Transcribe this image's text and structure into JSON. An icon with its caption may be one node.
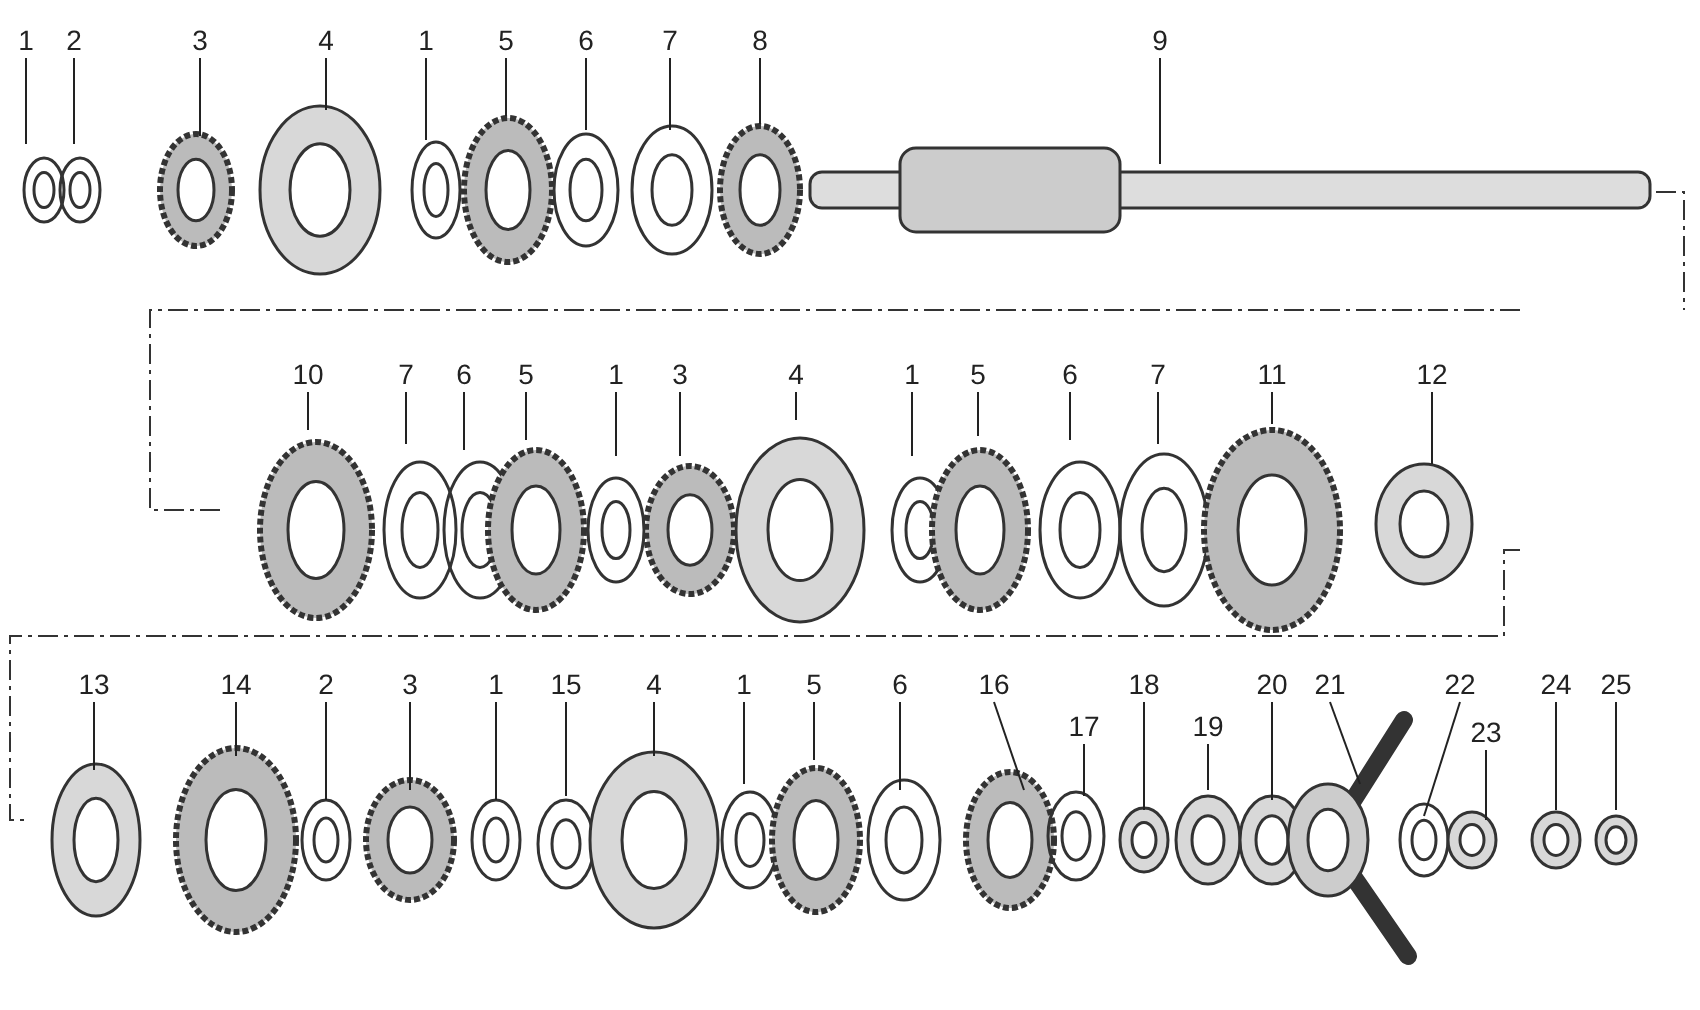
{
  "diagram": {
    "nodes": [
      {
        "text": [
          "1"
        ]
      },
      {
        "text": [
          "2"
        ]
      },
      {
        "text": [
          "3"
        ]
      },
      {
        "text": [
          "4"
        ]
      },
      {
        "text": [
          "1"
        ]
      },
      {
        "text": [
          "5"
        ]
      },
      {
        "text": [
          "6"
        ]
      },
      {
        "text": [
          "7"
        ]
      },
      {
        "text": [
          "8"
        ]
      },
      {
        "text": [
          "9"
        ]
      },
      {
        "text": [
          "10"
        ]
      },
      {
        "text": [
          "7"
        ]
      },
      {
        "text": [
          "6"
        ]
      },
      {
        "text": [
          "5"
        ]
      },
      {
        "text": [
          "1"
        ]
      },
      {
        "text": [
          "3"
        ]
      },
      {
        "text": [
          "4"
        ]
      },
      {
        "text": [
          "1"
        ]
      },
      {
        "text": [
          "5"
        ]
      },
      {
        "text": [
          "6"
        ]
      },
      {
        "text": [
          "7"
        ]
      },
      {
        "text": [
          "11"
        ]
      },
      {
        "text": [
          "12"
        ]
      },
      {
        "text": [
          "13"
        ]
      },
      {
        "text": [
          "14"
        ]
      },
      {
        "text": [
          "2"
        ]
      },
      {
        "text": [
          "3"
        ]
      },
      {
        "text": [
          "1"
        ]
      },
      {
        "text": [
          "15"
        ]
      },
      {
        "text": [
          "4"
        ]
      },
      {
        "text": [
          "1"
        ]
      },
      {
        "text": [
          "5"
        ]
      },
      {
        "text": [
          "6"
        ]
      },
      {
        "text": [
          "16"
        ]
      },
      {
        "text": [
          "17"
        ]
      },
      {
        "text": [
          "18"
        ]
      },
      {
        "text": [
          "19"
        ]
      },
      {
        "text": [
          "20"
        ]
      },
      {
        "text": [
          "21"
        ]
      },
      {
        "text": [
          "22"
        ]
      },
      {
        "text": [
          "23"
        ]
      },
      {
        "text": [
          "24"
        ]
      },
      {
        "text": [
          "25"
        ]
      }
    ],
    "edges": [
      {
        "from": 0,
        "to": null,
        "arrow": "none"
      },
      {
        "from": 1,
        "to": null,
        "arrow": "none"
      },
      {
        "from": 2,
        "to": null,
        "arrow": "none"
      },
      {
        "from": 3,
        "to": null,
        "arrow": "none"
      },
      {
        "from": 4,
        "to": null,
        "arrow": "none"
      },
      {
        "from": 5,
        "to": null,
        "arrow": "none"
      },
      {
        "from": 6,
        "to": null,
        "arrow": "none"
      },
      {
        "from": 7,
        "to": null,
        "arrow": "none"
      },
      {
        "from": 8,
        "to": null,
        "arrow": "none"
      },
      {
        "from": 9,
        "to": null,
        "arrow": "none"
      },
      {
        "from": 10,
        "to": null,
        "arrow": "none"
      },
      {
        "from": 11,
        "to": null,
        "arrow": "none"
      },
      {
        "from": 12,
        "to": null,
        "arrow": "none"
      },
      {
        "from": 13,
        "to": null,
        "arrow": "none"
      },
      {
        "from": 14,
        "to": null,
        "arrow": "none"
      },
      {
        "from": 15,
        "to": null,
        "arrow": "none"
      },
      {
        "from": 16,
        "to": null,
        "arrow": "none"
      },
      {
        "from": 17,
        "to": null,
        "arrow": "none"
      },
      {
        "from": 18,
        "to": null,
        "arrow": "none"
      },
      {
        "from": 19,
        "to": null,
        "arrow": "none"
      },
      {
        "from": 20,
        "to": null,
        "arrow": "none"
      },
      {
        "from": 21,
        "to": null,
        "arrow": "none"
      },
      {
        "from": 22,
        "to": null,
        "arrow": "none"
      },
      {
        "from": 23,
        "to": null,
        "arrow": "none"
      },
      {
        "from": 24,
        "to": null,
        "arrow": "none"
      },
      {
        "from": 25,
        "to": null,
        "arrow": "none"
      },
      {
        "from": 26,
        "to": null,
        "arrow": "none"
      },
      {
        "from": 27,
        "to": null,
        "arrow": "none"
      },
      {
        "from": 28,
        "to": null,
        "arrow": "none"
      },
      {
        "from": 29,
        "to": null,
        "arrow": "none"
      },
      {
        "from": 30,
        "to": null,
        "arrow": "none"
      },
      {
        "from": 31,
        "to": null,
        "arrow": "none"
      },
      {
        "from": 32,
        "to": null,
        "arrow": "none"
      },
      {
        "from": 33,
        "to": null,
        "arrow": "none"
      },
      {
        "from": 34,
        "to": null,
        "arrow": "none"
      },
      {
        "from": 35,
        "to": null,
        "arrow": "none"
      },
      {
        "from": 36,
        "to": null,
        "arrow": "none"
      },
      {
        "from": 37,
        "to": null,
        "arrow": "none"
      },
      {
        "from": 38,
        "to": null,
        "arrow": "none"
      },
      {
        "from": 39,
        "to": null,
        "arrow": "none"
      },
      {
        "from": 40,
        "to": null,
        "arrow": "none"
      },
      {
        "from": 41,
        "to": null,
        "arrow": "none"
      },
      {
        "from": 42,
        "to": null,
        "arrow": "none"
      }
    ]
  }
}
